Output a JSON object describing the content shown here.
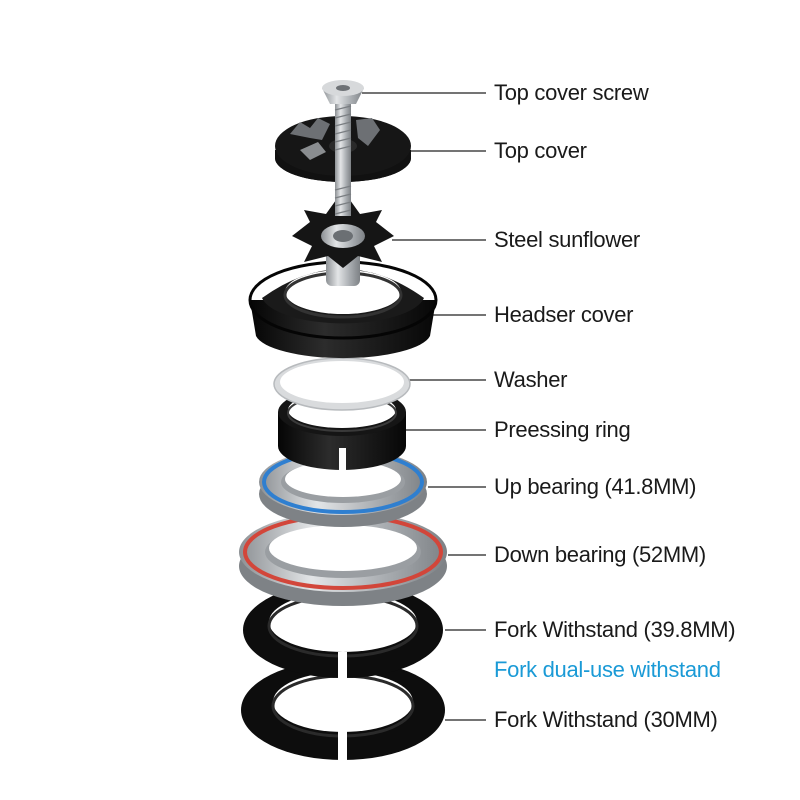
{
  "labels": {
    "top_cover_screw": "Top cover screw",
    "top_cover": "Top cover",
    "steel_sunflower": "Steel sunflower",
    "headser_cover": "Headser cover",
    "washer": "Washer",
    "preessing_ring": "Preessing ring",
    "up_bearing": "Up bearing (41.8MM)",
    "down_bearing": "Down bearing (52MM)",
    "fork_withstand_398": "Fork Withstand (39.8MM)",
    "fork_dual_use": "Fork dual-use withstand",
    "fork_withstand_30": "Fork Withstand (30MM)"
  },
  "colors": {
    "label_text": "#1a1a1a",
    "accent_label": "#1a9ad6",
    "leader_line": "#222222",
    "black_part": "#121212",
    "steel": "#b9bcc0",
    "bearing_blue_seal": "#2f7fd0",
    "bearing_red_seal": "#d2463a"
  }
}
